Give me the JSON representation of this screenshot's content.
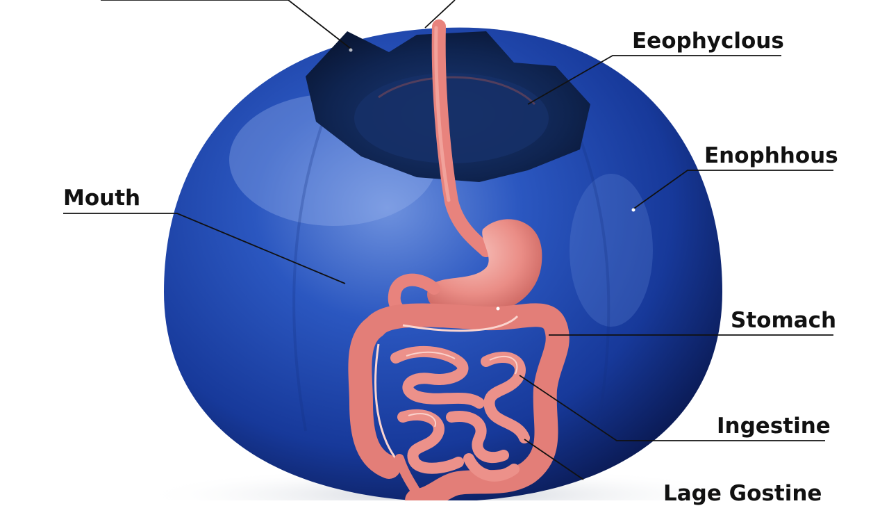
{
  "labels": {
    "eophyclous": "Eeophyclous",
    "enophhous": "Enophhous",
    "mouth": "Mouth",
    "stomach": "Stomach",
    "ingestine": "Ingestine",
    "lage_gostine": "Lage Gostine"
  },
  "colors": {
    "fruit_blue": "#1f49b0",
    "fruit_dark": "#0c1e55",
    "crown": "#0d1f45",
    "organ_pink": "#e8837d",
    "organ_light": "#f3aaa3",
    "leader_line": "#111111"
  }
}
